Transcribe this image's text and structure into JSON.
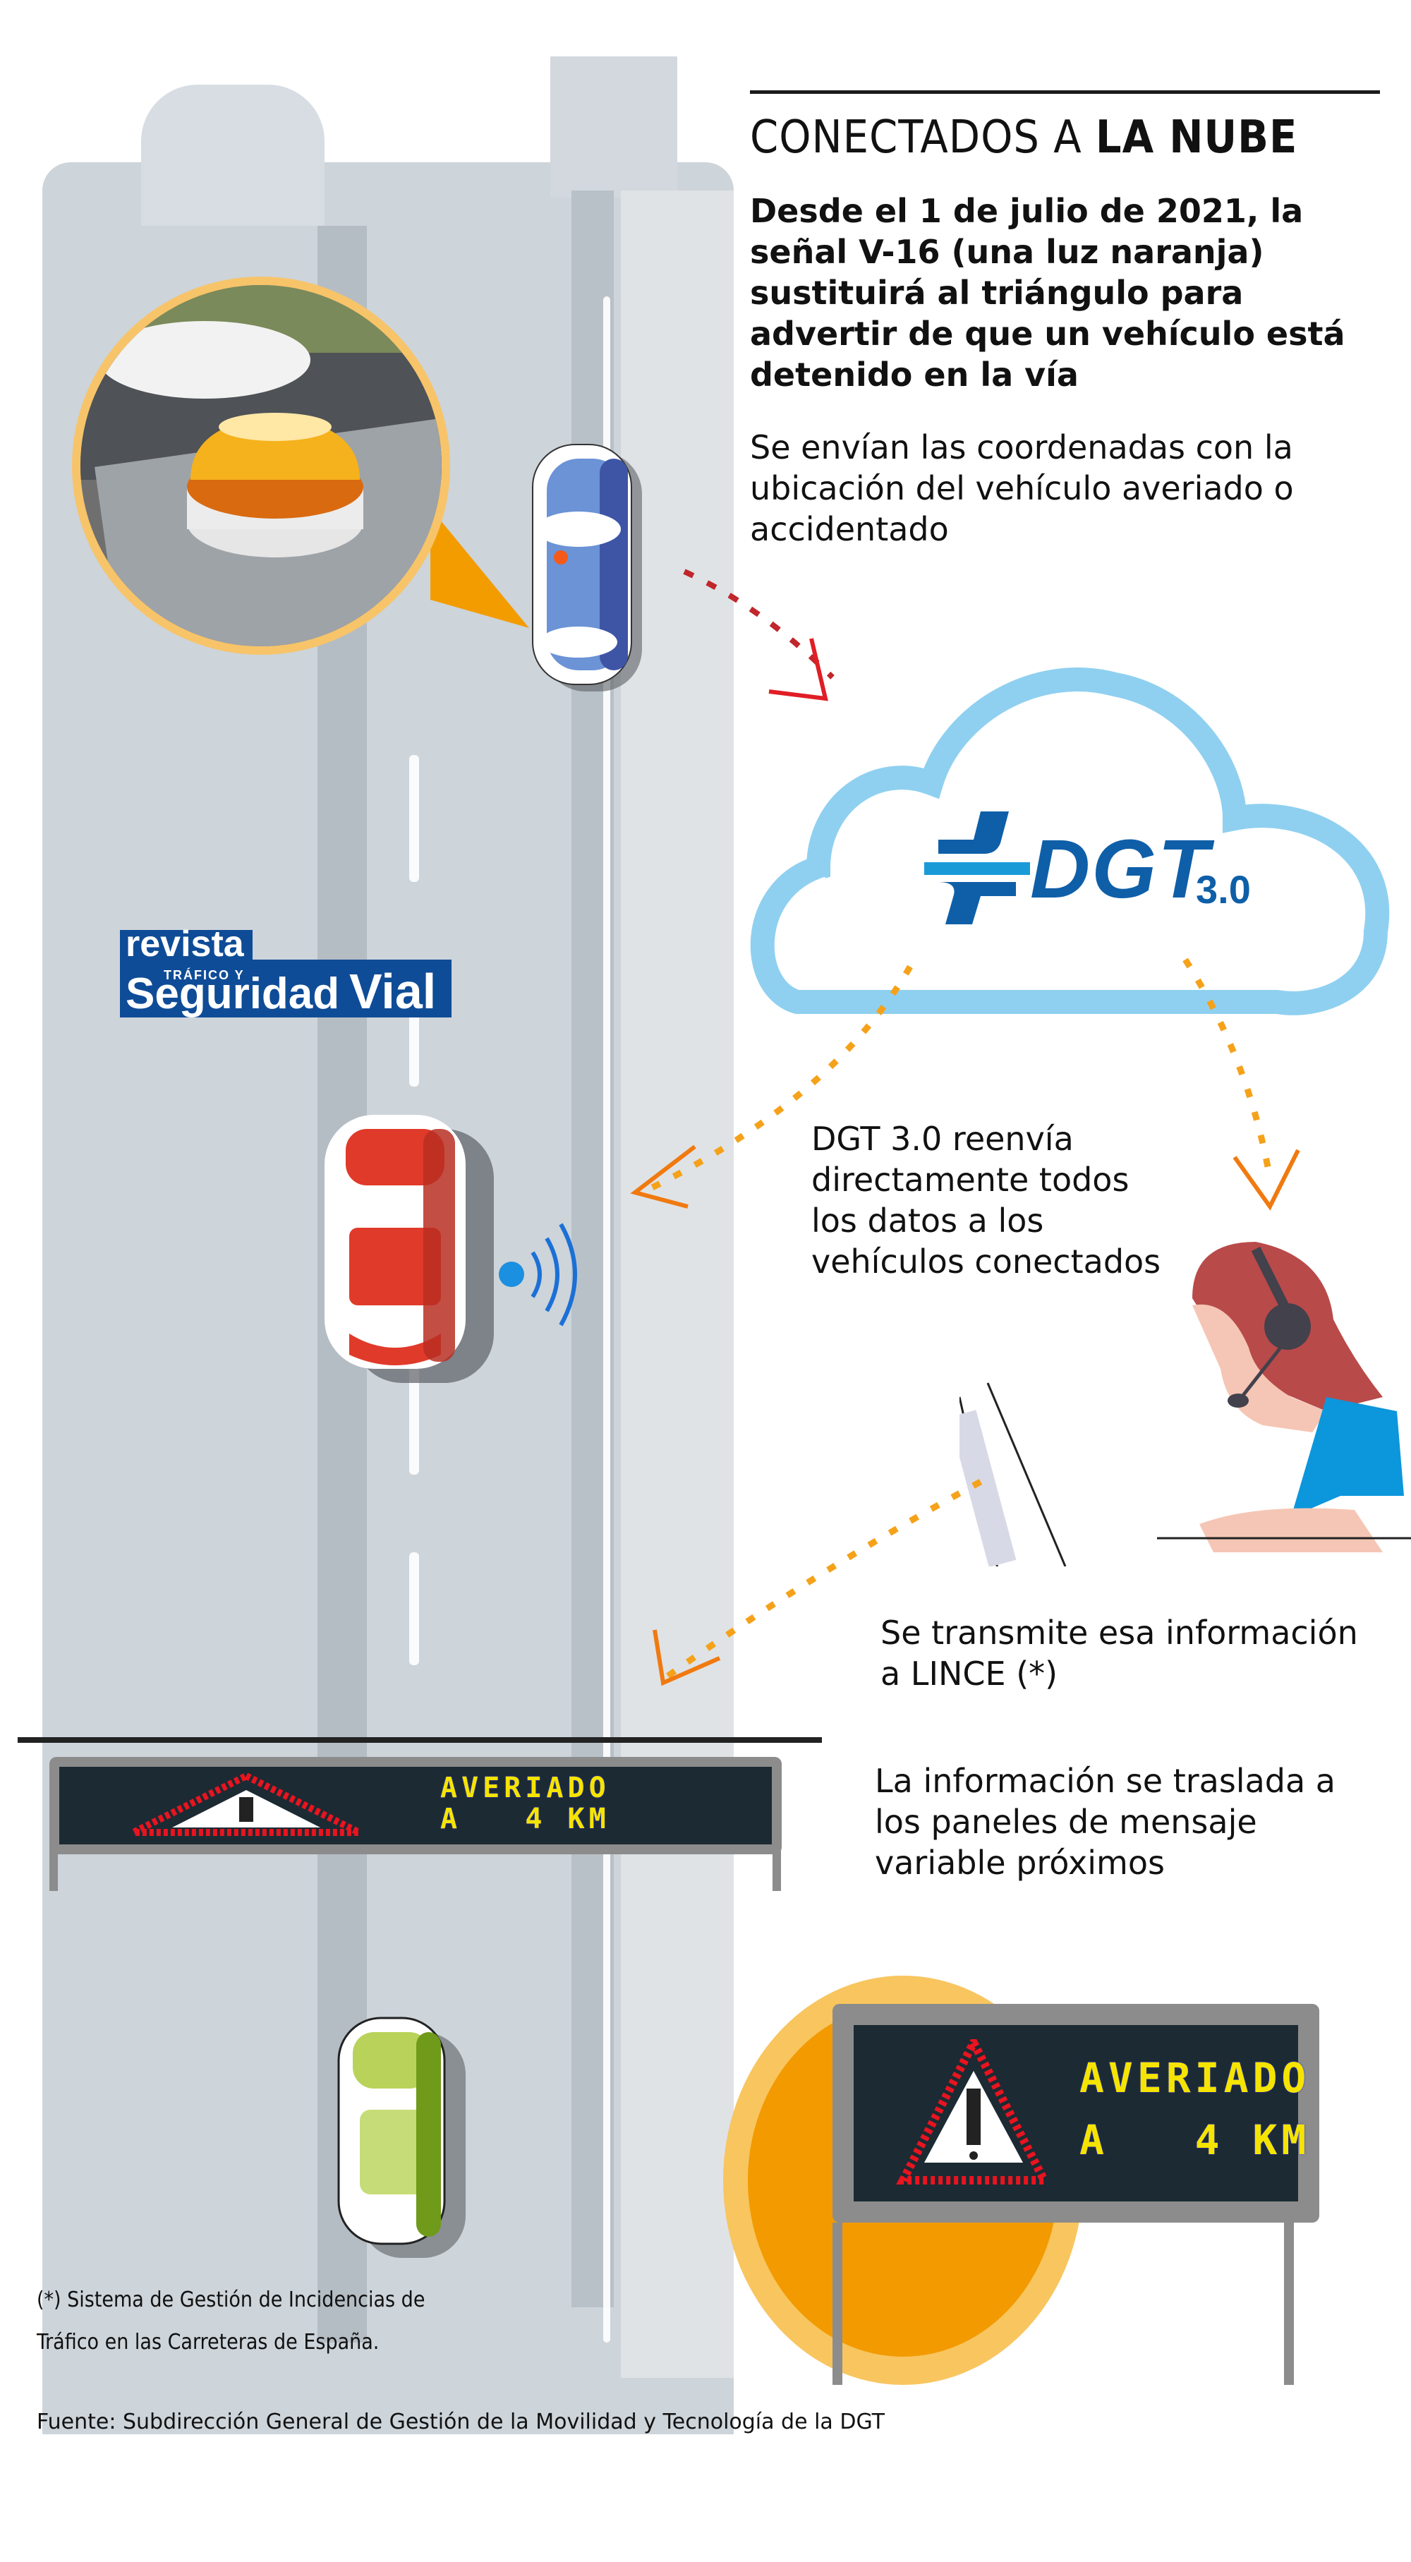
{
  "header": {
    "title_light": "CONECTADOS A",
    "title_bold": "LA NUBE",
    "lead": "Desde el 1 de julio de 2021, la señal V-16 (una luz naranja) sustituirá al triángulo para advertir de que un vehículo está detenido en la vía"
  },
  "steps": [
    {
      "id": "coordinates",
      "text": "Se envían las coordenadas con la ubicación del vehículo averiado o accidentado"
    },
    {
      "id": "forward",
      "text": "DGT 3.0 reenvía directamente todos los datos a los vehículos conectados"
    },
    {
      "id": "lince",
      "text": "Se transmite esa información a LINCE (*)"
    },
    {
      "id": "panels",
      "text": "La información se traslada a los paneles de mensaje variable próximos"
    }
  ],
  "cloud": {
    "logo_text": "DGT",
    "logo_version": "3.0"
  },
  "brand": {
    "revista": "revista",
    "trafico": "TRÁFICO Y",
    "seguridad": "Seguridad",
    "vial": "Vial"
  },
  "vms_panel_road": {
    "line1": "AVERIADO",
    "line2": "A   4 KM"
  },
  "vms_panel_zoom": {
    "line1": "AVERIADO",
    "line2": "A   4 KM"
  },
  "footnote": {
    "line1": "(*) Sistema de Gestión de Incidencias de",
    "line2": "Tráfico en las Carreteras de España."
  },
  "source": "Fuente: Subdirección General de Gestión de la Movilidad y Tecnología de la DGT",
  "colors": {
    "road": "#cdd4da",
    "cloud": "#8fd0f0",
    "dgt_blue": "#0f5fa8",
    "arrow_orange": "#f5a21a",
    "arrow_red": "#c0262b",
    "beacon": "#f39c00",
    "car_blue": "#6b93d6",
    "car_red": "#e03a2a",
    "car_green": "#b9d35a",
    "panel_bg": "#1c2a33",
    "panel_text": "#f5e400"
  }
}
